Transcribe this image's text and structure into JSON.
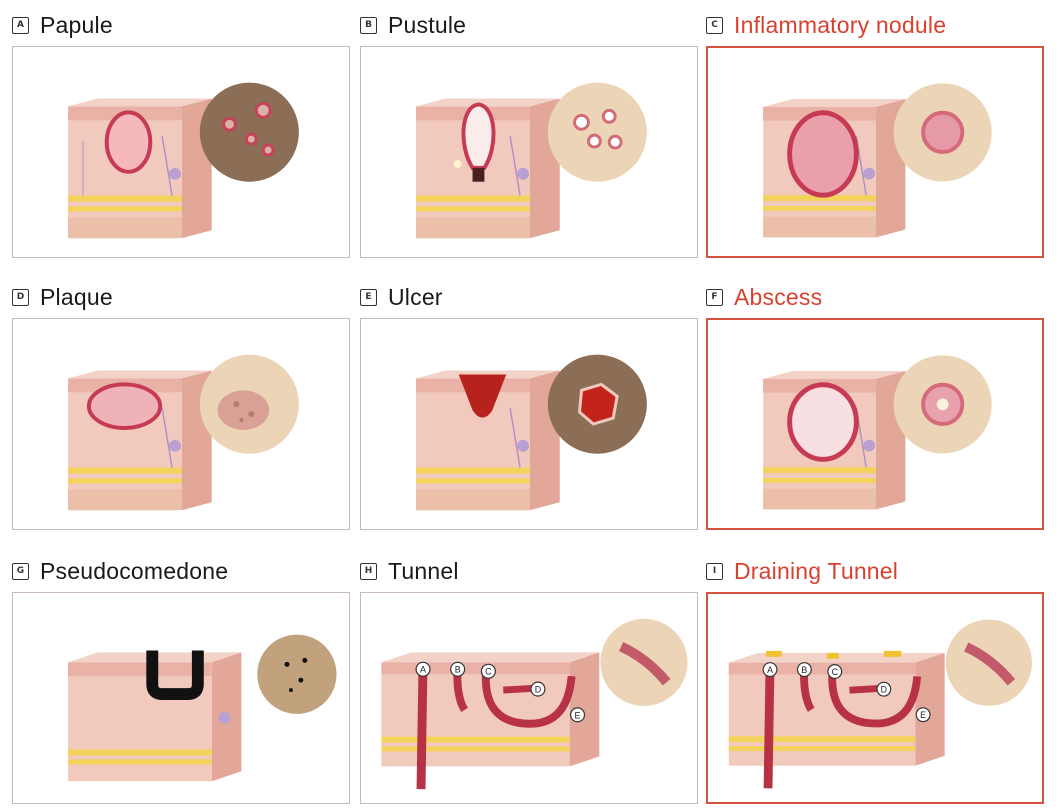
{
  "panels": [
    {
      "badge": "A",
      "title": "Papule",
      "highlight": false
    },
    {
      "badge": "B",
      "title": "Pustule",
      "highlight": false
    },
    {
      "badge": "C",
      "title": "Inflammatory nodule",
      "highlight": true
    },
    {
      "badge": "D",
      "title": "Plaque",
      "highlight": false
    },
    {
      "badge": "E",
      "title": "Ulcer",
      "highlight": false
    },
    {
      "badge": "F",
      "title": "Abscess",
      "highlight": true
    },
    {
      "badge": "G",
      "title": "Pseudocomedone",
      "highlight": false
    },
    {
      "badge": "H",
      "title": "Tunnel",
      "highlight": false
    },
    {
      "badge": "I",
      "title": "Draining Tunnel",
      "highlight": true
    }
  ],
  "tunnel_markers": [
    "A",
    "B",
    "C",
    "D",
    "E"
  ],
  "colors": {
    "highlight": "#d9412f",
    "skin_top": "#f0c9bd",
    "skin_side": "#ecc0b4",
    "fat_layer": "#f3d35a",
    "lesion": "#c2485a",
    "magnifier_bg": "#e9cfb0"
  }
}
